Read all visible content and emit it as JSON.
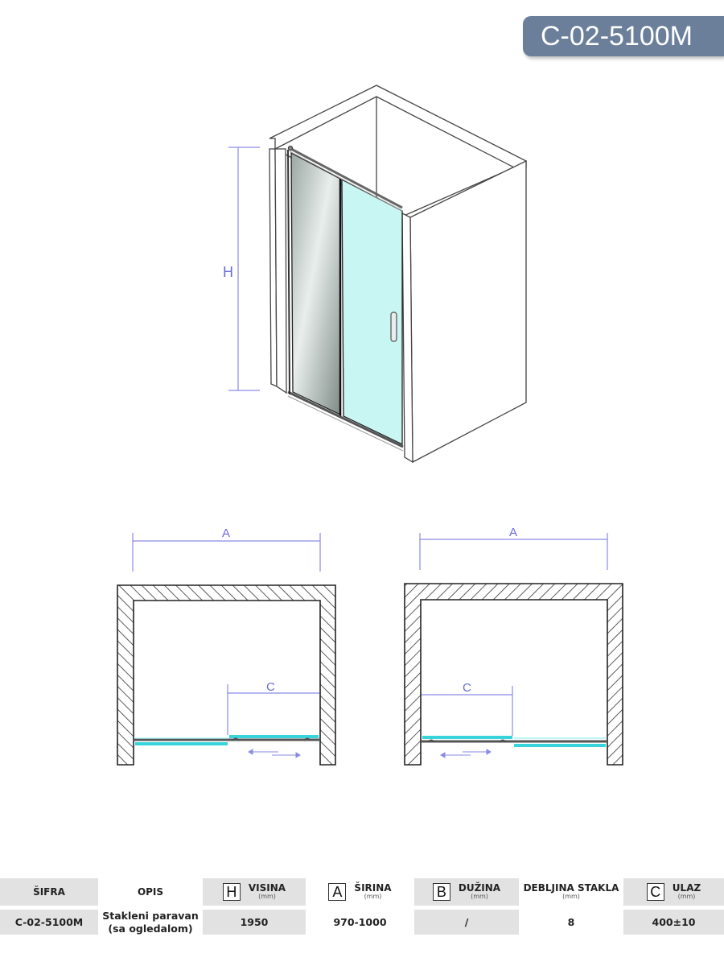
{
  "badge": {
    "code": "C-02-5100M",
    "color": "#6b7f9b"
  },
  "diagram": {
    "iso_view": {
      "height_label": "H",
      "glass_color": "#c8f6f3",
      "mirror_color": "#b9c4c0"
    },
    "plan_left": {
      "width_label": "A",
      "entry_label": "C",
      "hatch": "back-slash",
      "glass_color": "#38d4dc"
    },
    "plan_right": {
      "width_label": "A",
      "entry_label": "C",
      "hatch": "forward-slash",
      "glass_color": "#38d4dc"
    },
    "dimension_color": "#6a6adf"
  },
  "spec_table": {
    "headers": {
      "code": "ŠIFRA",
      "description": "OPIS",
      "height": {
        "letter": "H",
        "label": "VISINA",
        "unit": "(mm)"
      },
      "width": {
        "letter": "A",
        "label": "ŠIRINA",
        "unit": "(mm)"
      },
      "length": {
        "letter": "B",
        "label": "DUŽINA",
        "unit": "(mm)"
      },
      "thickness": {
        "label": "DEBLJINA STAKLA",
        "unit": "(mm)"
      },
      "entry": {
        "letter": "C",
        "label": "ULAZ",
        "unit": "(mm)"
      }
    },
    "row": {
      "code": "C-02-5100M",
      "description_line1": "Stakleni paravan",
      "description_line2": "(sa ogledalom)",
      "height": "1950",
      "width": "970-1000",
      "length": "/",
      "thickness": "8",
      "entry": "400±10"
    }
  }
}
